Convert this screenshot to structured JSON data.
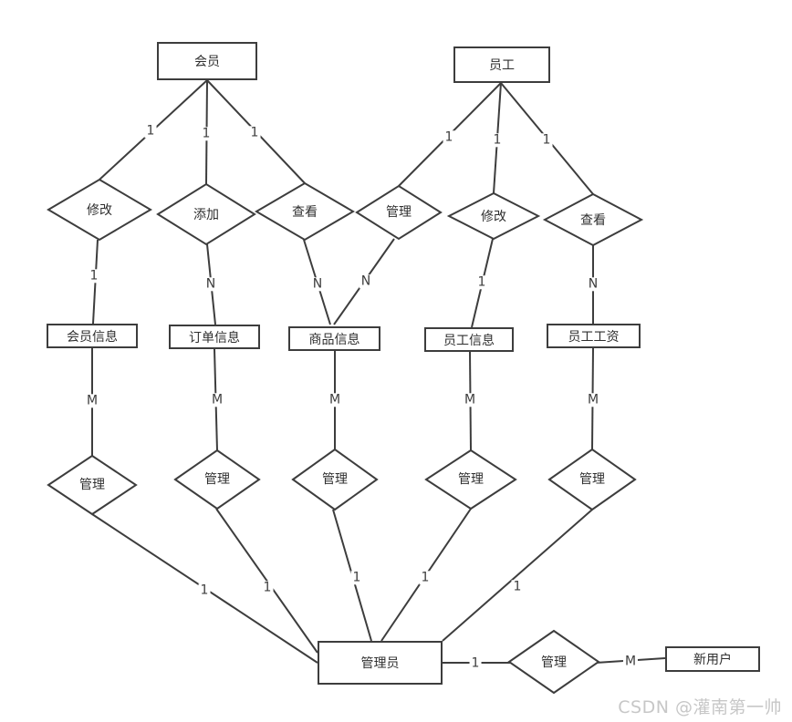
{
  "diagram": {
    "entities": {
      "member": "会员",
      "employee": "员工",
      "member_info": "会员信息",
      "order_info": "订单信息",
      "product_info": "商品信息",
      "employee_info": "员工信息",
      "employee_salary": "员工工资",
      "admin": "管理员",
      "new_user": "新用户"
    },
    "relationships": {
      "modify_member": "修改",
      "add_order": "添加",
      "view_product": "查看",
      "manage_product": "管理",
      "modify_employee": "修改",
      "view_salary": "查看",
      "manage_member_info": "管理",
      "manage_order_info": "管理",
      "manage_product_info": "管理",
      "manage_employee_info": "管理",
      "manage_employee_salary": "管理",
      "manage_new_user": "管理"
    },
    "cardinalities": {
      "member_to_modify": "1",
      "member_to_add": "1",
      "member_to_view": "1",
      "employee_to_manage": "1",
      "employee_to_modify": "1",
      "employee_to_view": "1",
      "modify_to_member_info": "1",
      "add_to_order_info": "N",
      "view_to_product_info": "N",
      "manage_to_product_info": "N",
      "modify_to_employee_info": "1",
      "view_to_employee_salary": "N",
      "member_info_to_manage": "M",
      "order_info_to_manage": "M",
      "product_info_to_manage": "M",
      "employee_info_to_manage": "M",
      "employee_salary_to_manage": "M",
      "manage1_to_admin": "1",
      "manage2_to_admin": "1",
      "manage3_to_admin": "1",
      "manage4_to_admin": "1",
      "manage5_to_admin": "1",
      "admin_to_manage": "1",
      "manage_to_new_user": "M"
    }
  },
  "watermark": "CSDN @灌南第一帅",
  "colors": {
    "line": "#3d3d3d",
    "text": "#2f2f2f",
    "watermark": "#c7c7c7",
    "background": "#ffffff"
  }
}
